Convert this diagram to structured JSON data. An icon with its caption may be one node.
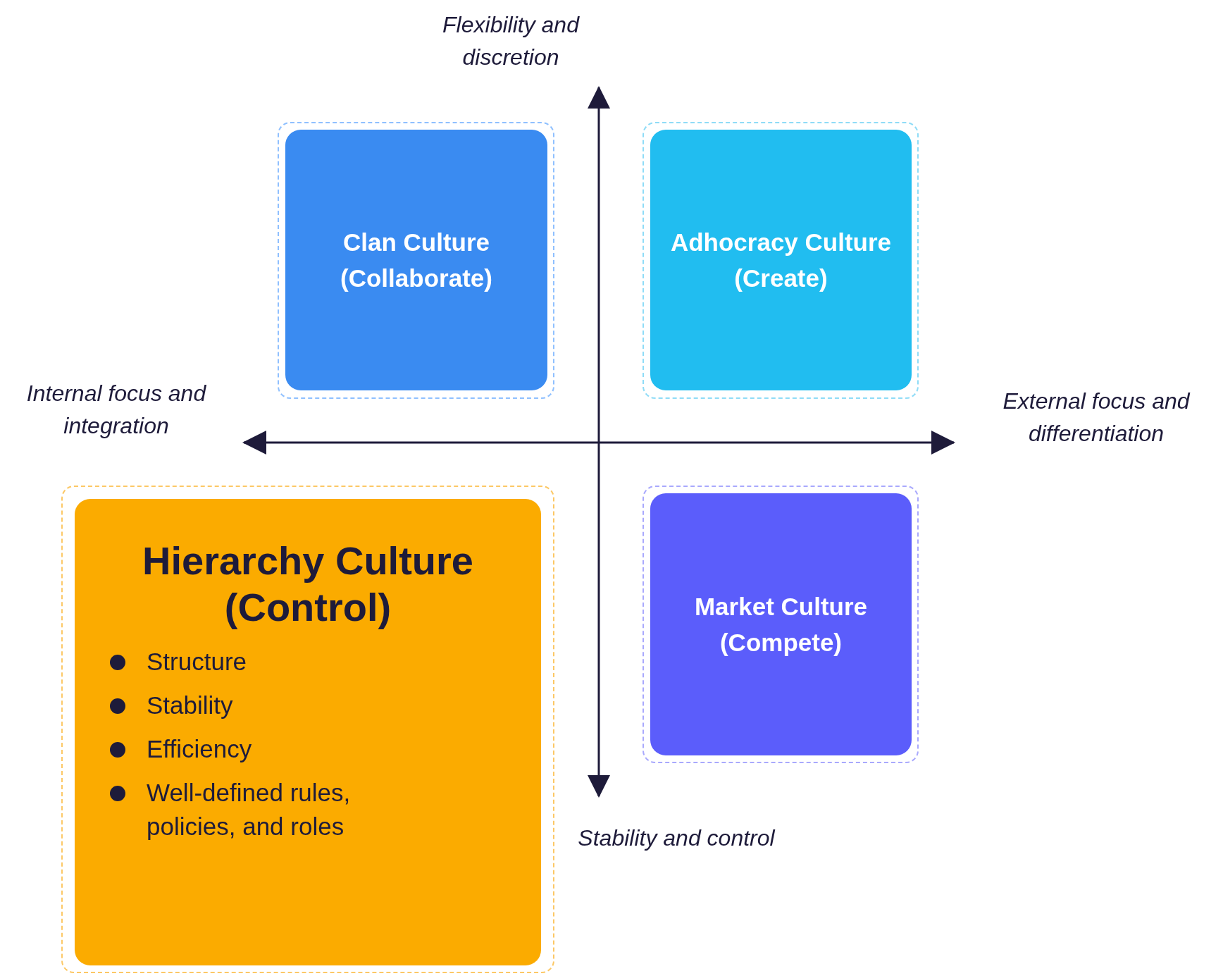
{
  "diagram": {
    "nodes": [
      {
        "text": [
          "Clan Culture (Collaborate)"
        ]
      },
      {
        "text": [
          "Adhocracy Culture (Create)"
        ]
      },
      {
        "text": [
          "Hierarchy Culture (Control)",
          "Structure",
          "Stability",
          "Efficiency",
          "Well-defined rules, policies, and roles"
        ]
      },
      {
        "text": [
          "Market Culture (Compete)"
        ]
      }
    ],
    "edges": [],
    "labels": [
      "Flexibility and discretion",
      "Internal focus and integration",
      "External focus and differentiation",
      "Stability and control"
    ]
  }
}
